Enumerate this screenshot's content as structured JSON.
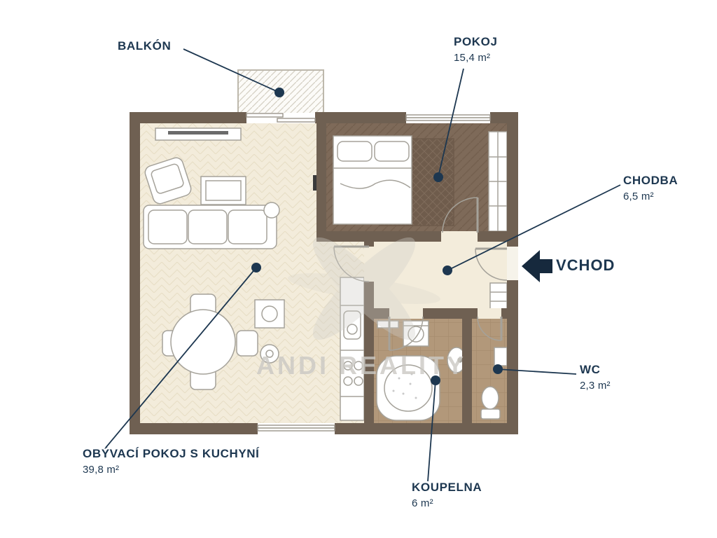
{
  "watermark": {
    "text": "ANDI REALITY"
  },
  "labels": {
    "balkon": {
      "name": "BALKÓN"
    },
    "pokoj": {
      "name": "POKOJ",
      "area": "15,4 m²"
    },
    "chodba": {
      "name": "CHODBA",
      "area": "6,5 m²"
    },
    "vchod": {
      "name": "VCHOD"
    },
    "wc": {
      "name": "WC",
      "area": "2,3 m²"
    },
    "obyvaci_pokoj": {
      "name": "OBÝVACÍ POKOJ S KUCHYNÍ",
      "area": "39,8 m²"
    },
    "koupelna": {
      "name": "KOUPELNA",
      "area": "6 m²"
    }
  },
  "colors": {
    "wall": "#6f6052",
    "floor_light": "#f3ecdb",
    "floor_bedroom": "#7e6a59",
    "floor_bath_tile": "#b2987a",
    "label_text": "#1d3750",
    "callout": "#1d3750",
    "entrance_arrow": "#16293d",
    "watermark": "#cbc9c4"
  }
}
